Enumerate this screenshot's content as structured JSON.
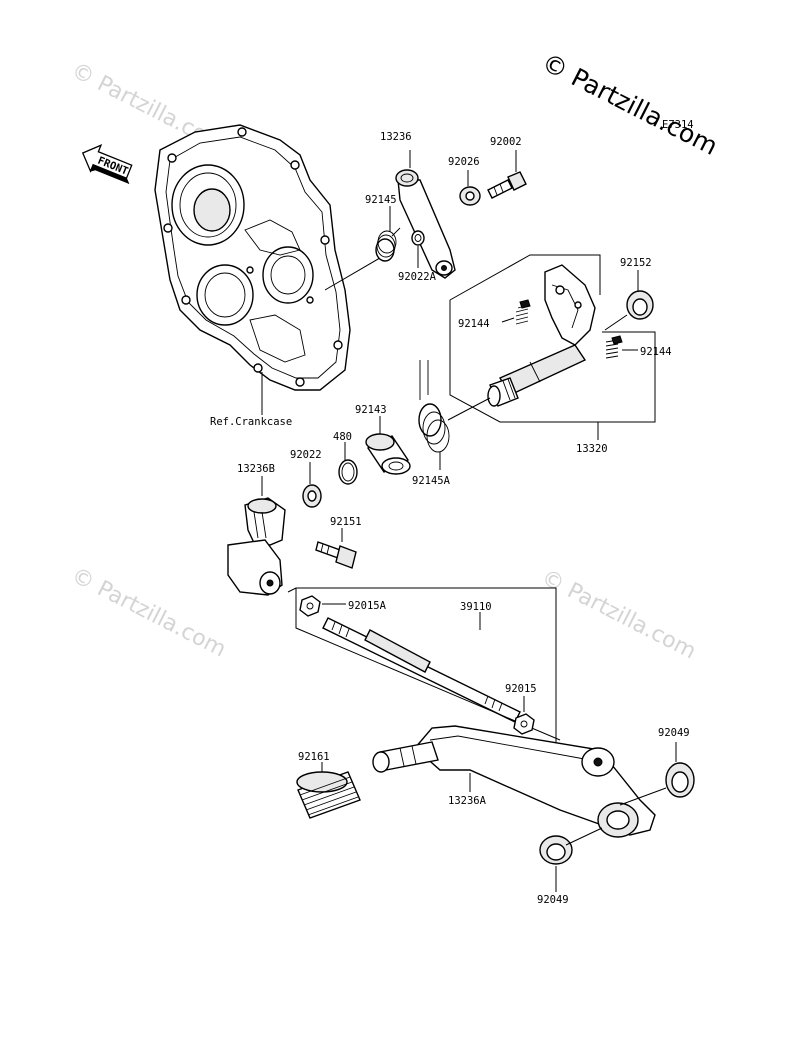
{
  "watermark": {
    "main": "© Partzilla.com",
    "faint": "© Partzilla.com"
  },
  "corner_code": "E7314",
  "front_label": "FRONT",
  "ref_label": "Ref.Crankcase",
  "callouts": {
    "p13236": "13236",
    "p92026": "92026",
    "p92002": "92002",
    "p92145": "92145",
    "p92022A": "92022A",
    "p92152": "92152",
    "p92144a": "92144",
    "p92144b": "92144",
    "p92143": "92143",
    "p480": "480",
    "p92022": "92022",
    "p13236B": "13236B",
    "p92145A": "92145A",
    "p13320": "13320",
    "p92151": "92151",
    "p92015A": "92015A",
    "p39110": "39110",
    "p92015": "92015",
    "p92049a": "92049",
    "p92161": "92161",
    "p13236A": "13236A",
    "p92049b": "92049"
  }
}
